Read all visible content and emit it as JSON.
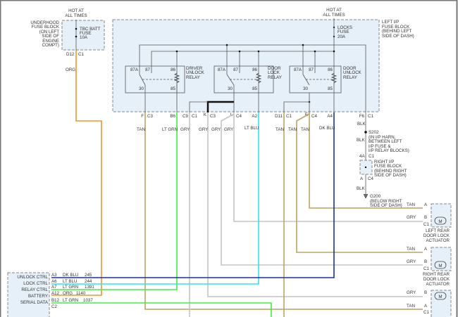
{
  "colors": {
    "TAN": "#bba367",
    "LT_GRN": "#3ef03e",
    "GRY": "#c4c4c4",
    "LT_BLU": "#2de6f0",
    "DK_BLU": "#1a2fa8",
    "ORG": "#f7922c",
    "BLK": "#555555",
    "thick": "#111111"
  },
  "underhood": {
    "hot": [
      "HOT AT",
      "ALL TIMES"
    ],
    "block": [
      "UNDERHOOD",
      "FUSE BLOCK",
      "(ON LEFT",
      "SIDE OF",
      "ENGINE",
      "COMPT)"
    ],
    "fuse": [
      "TBC BATT",
      "FUSE",
      "10A"
    ],
    "pin": "D12",
    "conn": "C1",
    "wire": "ORG"
  },
  "left_ip": {
    "hot": [
      "HOT AT",
      "ALL TIMES"
    ],
    "block": [
      "LEFT I/P",
      "FUSE BLOCK",
      "(BEHIND LEFT",
      "SIDE OF DASH)"
    ],
    "fuse": [
      "LOCKS",
      "FUSE",
      "20A"
    ]
  },
  "relays": [
    {
      "name": [
        "DRIVER",
        "UNLOCK",
        "RELAY"
      ],
      "pins": [
        "87A",
        "87",
        "86",
        "30",
        "85"
      ]
    },
    {
      "name": [
        "DOOR",
        "LOCK",
        "RELAY"
      ],
      "pins": [
        "87A",
        "87",
        "86",
        "30",
        "85"
      ]
    },
    {
      "name": [
        "DOOR",
        "UNLOCK",
        "RELAY"
      ],
      "pins": [
        "87A",
        "87",
        "86",
        "30",
        "85"
      ]
    }
  ],
  "connectors": [
    {
      "pin": "F",
      "conn": "C3"
    },
    {
      "pin": "B6",
      "conn": ""
    },
    {
      "pin": "C9",
      "conn": "C1"
    },
    {
      "pin": "K",
      "conn": "C3"
    },
    {
      "pin": "L",
      "conn": "C4"
    },
    {
      "pin": "A2",
      "conn": ""
    },
    {
      "pin": "D11",
      "conn": "C1"
    },
    {
      "pin": "E",
      "conn": "C4"
    },
    {
      "pin": "A4",
      "conn": ""
    },
    {
      "pin": "F6",
      "conn": "C1"
    }
  ],
  "wire_labels": [
    "TAN",
    "LT GRN",
    "GRY",
    "GRY",
    "GRY",
    "GRY",
    "LT BLU",
    "TAN",
    "TAN",
    "TAN",
    "DK BLU",
    "BLK"
  ],
  "ground_path": {
    "splice": "S202",
    "splice_desc": [
      "(IN I/P HARN,",
      "BETWEEN LEFT",
      "I/P FUSE &",
      "I/P RELAY BLOCKS)"
    ],
    "wire1": "BLK",
    "pin_in": "4A",
    "conn_in": "C1",
    "block": [
      "RIGHT I/P",
      "FUSE BLOCK",
      "(BEHIND RIGHT",
      "SIDE OF DASH)"
    ],
    "pin_out": "A",
    "conn_out": "C4",
    "wire2": "BLK",
    "ground": "G200",
    "ground_desc": [
      "(BELOW RIGHT",
      "SIDE OF DASH)"
    ]
  },
  "module": {
    "rows": [
      {
        "label": "UNLOCK CTRL",
        "pin": "A3",
        "color": "DK BLU",
        "circuit": "245"
      },
      {
        "label": "LOCK CTRL",
        "pin": "A6",
        "color": "LT BLU",
        "circuit": "244"
      },
      {
        "label": "RELAY CTRL",
        "pin": "A7",
        "color": "LT GRN",
        "circuit": "1391"
      },
      {
        "label": "BATTERY",
        "pin": "A12",
        "color": "ORG",
        "circuit": "1140"
      },
      {
        "label": "SERIAL DATA",
        "pin": "B12",
        "color": "LT GRN",
        "circuit": "1037"
      }
    ],
    "conn": "C2"
  },
  "actuators": [
    {
      "name": [
        "LEFT REAR",
        "DOOR LOCK",
        "ACTUATOR"
      ],
      "pins": [
        {
          "pin": "A",
          "wire": "TAN"
        },
        {
          "pin": "B",
          "wire": "GRY"
        }
      ],
      "conn": "C1",
      "motor": "M"
    },
    {
      "name": [
        "RIGHT REAR",
        "DOOR LOCK",
        "ACTUATOR"
      ],
      "pins": [
        {
          "pin": "A",
          "wire": "TAN"
        },
        {
          "pin": "B",
          "wire": "GRY"
        }
      ],
      "conn": "C1",
      "motor": "M"
    },
    {
      "name": [],
      "pins": [
        {
          "pin": "B",
          "wire": "GRY"
        },
        {
          "pin": "A",
          "wire": "TAN"
        }
      ],
      "conn": "C1",
      "motor": "M"
    }
  ]
}
